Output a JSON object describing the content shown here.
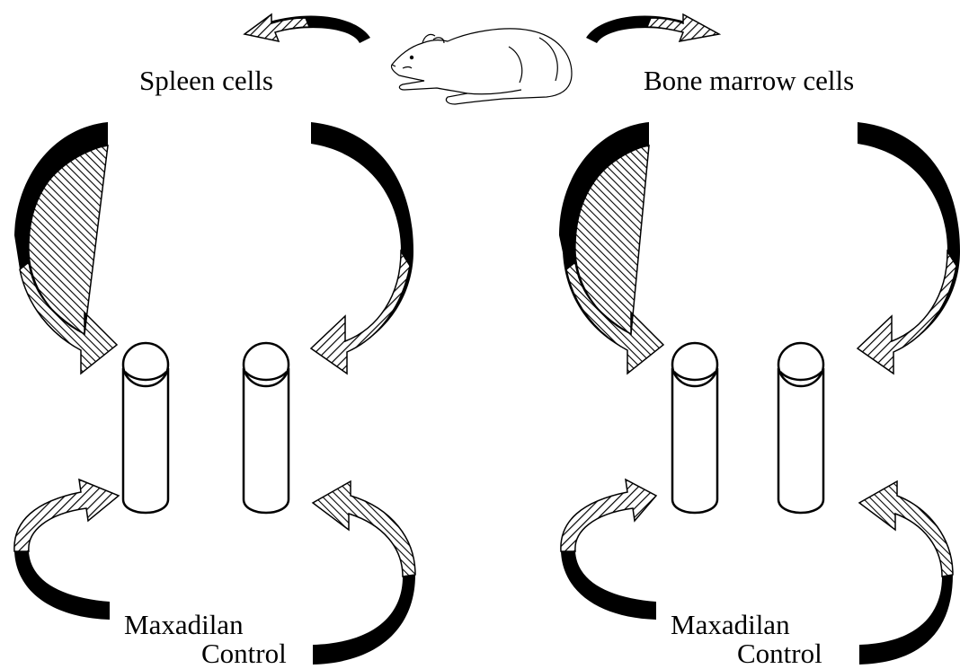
{
  "labels": {
    "spleen": "Spleen cells",
    "bone_marrow": "Bone marrow cells",
    "maxadilan_left": "Maxadilan",
    "control_left": "Control",
    "maxadilan_right": "Maxadilan",
    "control_right": "Control"
  },
  "colors": {
    "ink": "#000000",
    "background": "#ffffff"
  }
}
